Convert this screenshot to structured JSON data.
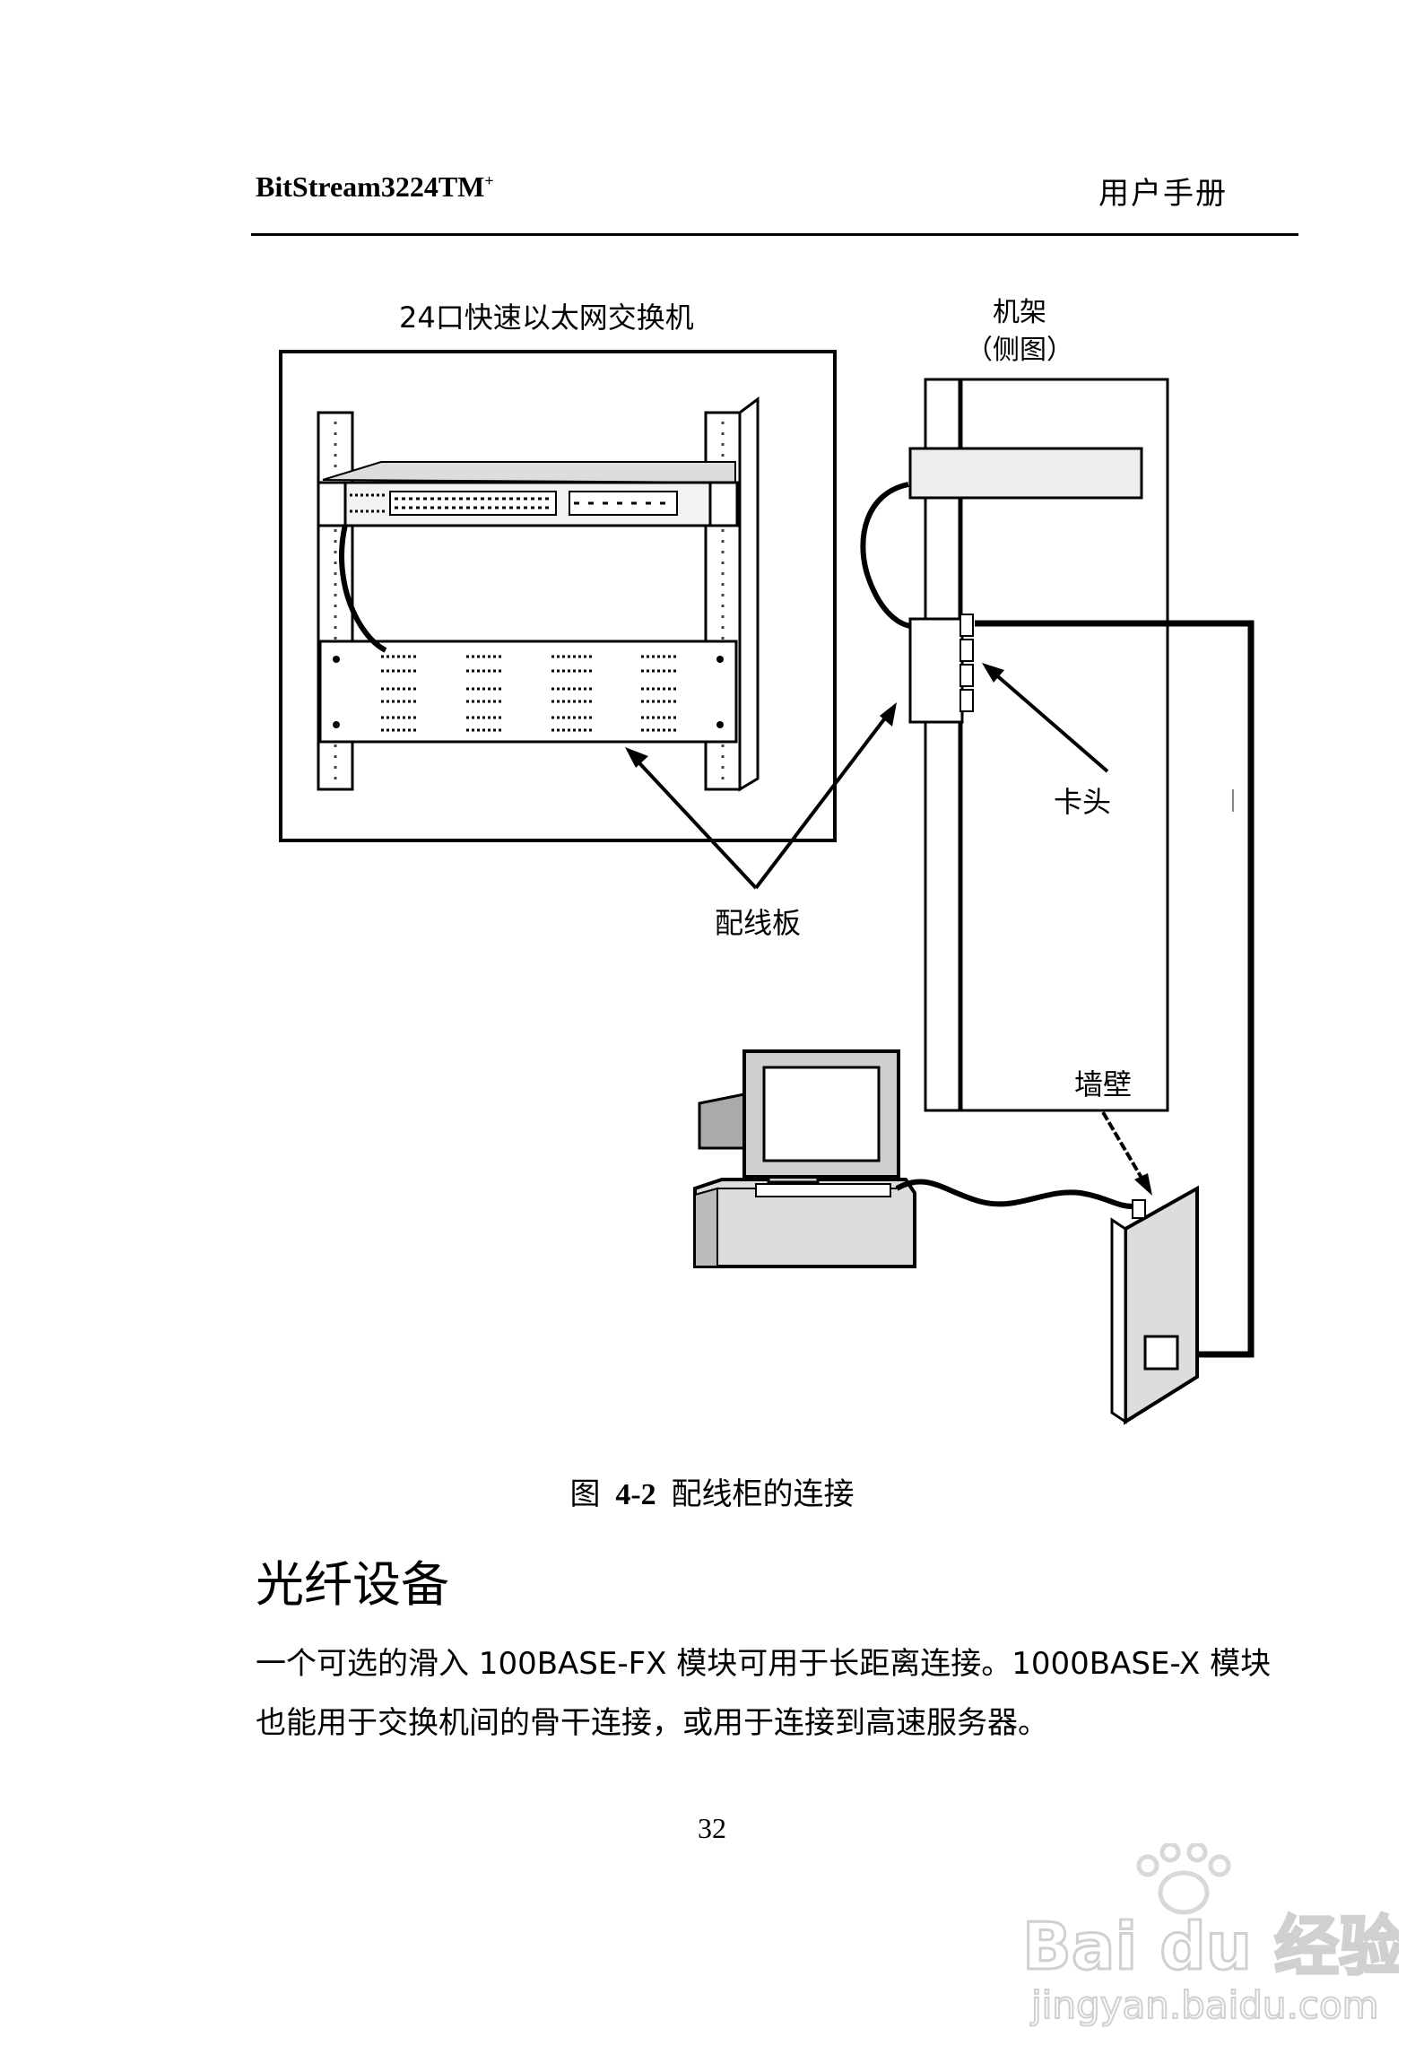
{
  "header": {
    "product": "BitStream3224TM",
    "product_sup": "+",
    "doc_type": "用户手册"
  },
  "figure": {
    "switch_title": "24口快速以太网交换机",
    "rack_title": "机架",
    "rack_subtitle": "（侧图）",
    "label_connector": "卡头",
    "label_patch_panel": "配线板",
    "label_wall": "墙壁"
  },
  "caption": {
    "prefix": "图",
    "number": "4-2",
    "text": "配线柜的连接"
  },
  "section": {
    "title": "光纤设备"
  },
  "paragraph": {
    "text": "一个可选的滑入 100BASE-FX 模块可用于长距离连接。1000BASE-X 模块也能用于交换机间的骨干连接，或用于连接到高速服务器。"
  },
  "page": {
    "number": "32"
  },
  "watermark": {
    "brand": "Bai du 经验",
    "url": "jingyan.baidu.com"
  }
}
